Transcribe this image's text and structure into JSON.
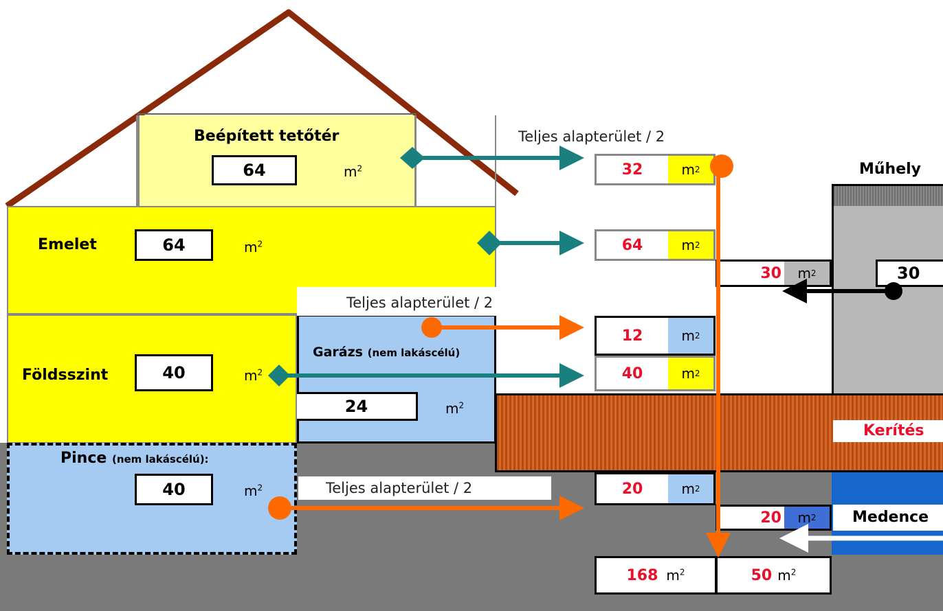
{
  "levels": {
    "attic": {
      "label": "Beépített tetőtér",
      "value": "64",
      "unit": "m",
      "exp": "2"
    },
    "upper": {
      "label": "Emelet",
      "value": "64",
      "unit": "m",
      "exp": "2"
    },
    "ground": {
      "label": "Földsszint",
      "value": "40",
      "unit": "m",
      "exp": "2"
    },
    "garage": {
      "label": "Garázs",
      "note": "(nem lakáscélú)",
      "value": "24",
      "unit": "m",
      "exp": "2"
    },
    "cellar": {
      "label": "Pince",
      "note": "(nem lakáscélú):",
      "value": "40",
      "unit": "m",
      "exp": "2"
    }
  },
  "half_note": "Teljes alapterület / 2",
  "results": {
    "attic": {
      "value": "32",
      "unit": "m",
      "exp": "2"
    },
    "upper": {
      "value": "64",
      "unit": "m",
      "exp": "2"
    },
    "garage": {
      "value": "12",
      "unit": "m",
      "exp": "2"
    },
    "ground": {
      "value": "40",
      "unit": "m",
      "exp": "2"
    },
    "cellar": {
      "value": "20",
      "unit": "m",
      "exp": "2"
    },
    "workshop": {
      "value": "30",
      "unit": "m",
      "exp": "2"
    },
    "pool": {
      "value": "20",
      "unit": "m",
      "exp": "2"
    },
    "total_main": {
      "value": "168",
      "unit": "m",
      "exp": "2"
    },
    "total_other": {
      "value": "50",
      "unit": "m",
      "exp": "2"
    }
  },
  "workshop": {
    "label": "Műhely",
    "value": "30"
  },
  "fence": {
    "label": "Kerítés"
  },
  "pool": {
    "label": "Medence"
  },
  "colors": {
    "roof": "#8b2a0a",
    "yellow": "#ffff00",
    "attic": "#ffff9e",
    "blue": "#a6cbf2",
    "ground_gray": "#7a7a7a",
    "teal": "#1a7f7f",
    "orange": "#ff6a00",
    "fence": "#c4561a",
    "pool": "#1666cc",
    "red_value": "#e8102a"
  }
}
